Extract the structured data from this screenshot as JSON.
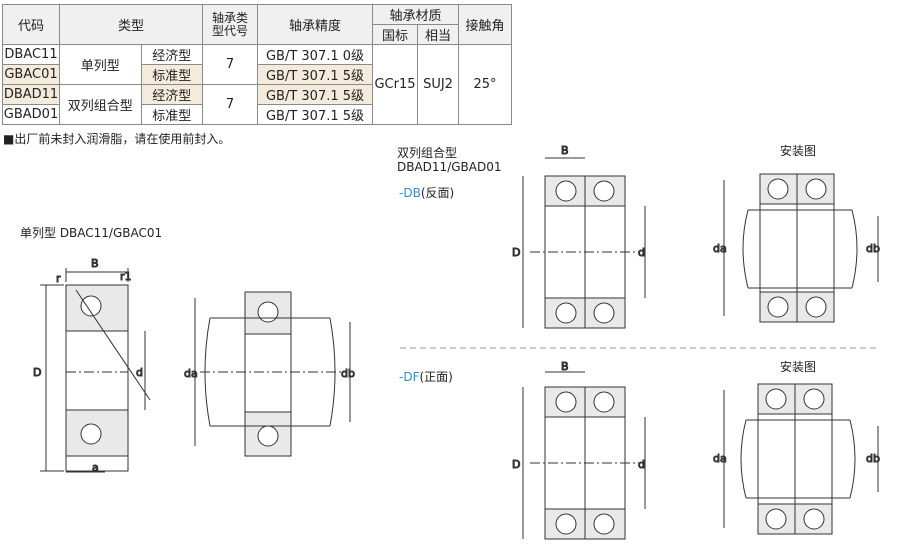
{
  "table": {
    "headers": {
      "code": "代码",
      "type": "类型",
      "bearing_type_code": "轴承类\n型代号",
      "precision": "轴承精度",
      "material": "轴承材质",
      "material_national": "国标",
      "material_equiv": "相当",
      "contact_angle": "接触角"
    },
    "rows": [
      {
        "code": "DBAC11",
        "series": "单列型",
        "grade": "经济型",
        "type_code": "7",
        "precision": "GB/T 307.1 0级"
      },
      {
        "code": "GBAC01",
        "series": "单列型",
        "grade": "标准型",
        "type_code": "7",
        "precision": "GB/T 307.1 5级"
      },
      {
        "code": "DBAD11",
        "series": "双列组合型",
        "grade": "经济型",
        "type_code": "7",
        "precision": "GB/T 307.1 5级"
      },
      {
        "code": "GBAD01",
        "series": "双列组合型",
        "grade": "标准型",
        "type_code": "7",
        "precision": "GB/T 307.1 5级"
      }
    ],
    "material_national_value": "GCr15",
    "material_equiv_value": "SUJ2",
    "contact_angle_value": "25°"
  },
  "note": "■出厂前未封入润滑脂，请在使用前封入。",
  "single": {
    "title": "单列型  DBAC11/GBAC01",
    "dims": {
      "B": "B",
      "r1": "r1",
      "r": "r",
      "D": "D",
      "d": "d",
      "a": "a",
      "da": "da",
      "db": "db"
    }
  },
  "double": {
    "title_line1": "双列组合型",
    "title_line2": "DBAD11/GBAD01",
    "install_label": "安装图",
    "db_code": "-DB",
    "db_text": "(反面)",
    "df_code": "-DF",
    "df_text": "(正面)"
  },
  "colors": {
    "highlight": "#f4ebdc",
    "accent": "#2f8fd3"
  }
}
